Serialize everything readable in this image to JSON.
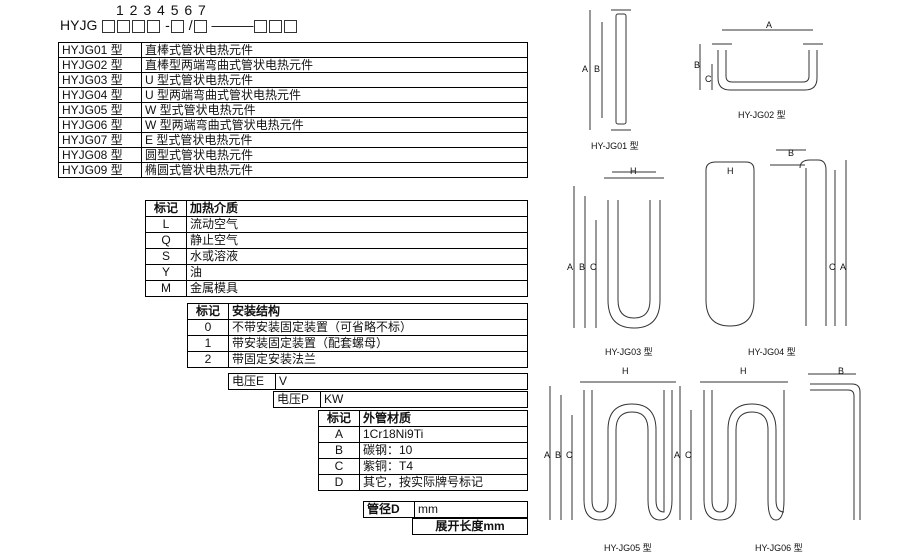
{
  "code": {
    "prefix": "HYJG",
    "digits": "1 2  3 4      5 6 7",
    "sep1": "-",
    "sep2": "/"
  },
  "types": [
    {
      "code": "HYJG01 型",
      "desc": "直棒式管状电热元件"
    },
    {
      "code": "HYJG02 型",
      "desc": "直棒型两端弯曲式管状电热元件"
    },
    {
      "code": "HYJG03 型",
      "desc": "U 型式管状电热元件"
    },
    {
      "code": "HYJG04 型",
      "desc": "U 型两端弯曲式管状电热元件"
    },
    {
      "code": "HYJG05 型",
      "desc": "W 型式管状电热元件"
    },
    {
      "code": "HYJG06 型",
      "desc": "W 型两端弯曲式管状电热元件"
    },
    {
      "code": "HYJG07 型",
      "desc": "E 型式管状电热元件"
    },
    {
      "code": "HYJG08 型",
      "desc": "圆型式管状电热元件"
    },
    {
      "code": "HYJG09 型",
      "desc": "椭圆式管状电热元件"
    }
  ],
  "medium": {
    "header": [
      "标记",
      "加热介质"
    ],
    "rows": [
      [
        "L",
        "流动空气"
      ],
      [
        "Q",
        "静止空气"
      ],
      [
        "S",
        "水或溶液"
      ],
      [
        "Y",
        "油"
      ],
      [
        "M",
        "金属模具"
      ]
    ]
  },
  "mount": {
    "header": [
      "标记",
      "安装结构"
    ],
    "rows": [
      [
        "0",
        "不带安装固定装置（可省略不标）"
      ],
      [
        "1",
        "带安装固定装置（配套螺母）"
      ],
      [
        "2",
        "带固定安装法兰"
      ]
    ]
  },
  "voltage": {
    "label": "电压E",
    "unit": "V"
  },
  "power": {
    "label": "电压P",
    "unit": "KW"
  },
  "material": {
    "header": [
      "标记",
      "外管材质"
    ],
    "rows": [
      [
        "A",
        "1Cr18Ni9Ti"
      ],
      [
        "B",
        "碳钢：10"
      ],
      [
        "C",
        "紫铜：T4"
      ],
      [
        "D",
        "其它，按实际牌号标记"
      ]
    ]
  },
  "diameter": {
    "label": "管径D",
    "unit": "mm"
  },
  "length": {
    "label": "展开长度mm"
  },
  "figures": {
    "f01": "HY-JG01 型",
    "f02": "HY-JG02 型",
    "f03": "HY-JG03 型",
    "f04": "HY-JG04 型",
    "f05": "HY-JG05 型",
    "f06": "HY-JG06 型"
  },
  "dim_labels": {
    "A": "A",
    "B": "B",
    "C": "C",
    "H": "H"
  }
}
